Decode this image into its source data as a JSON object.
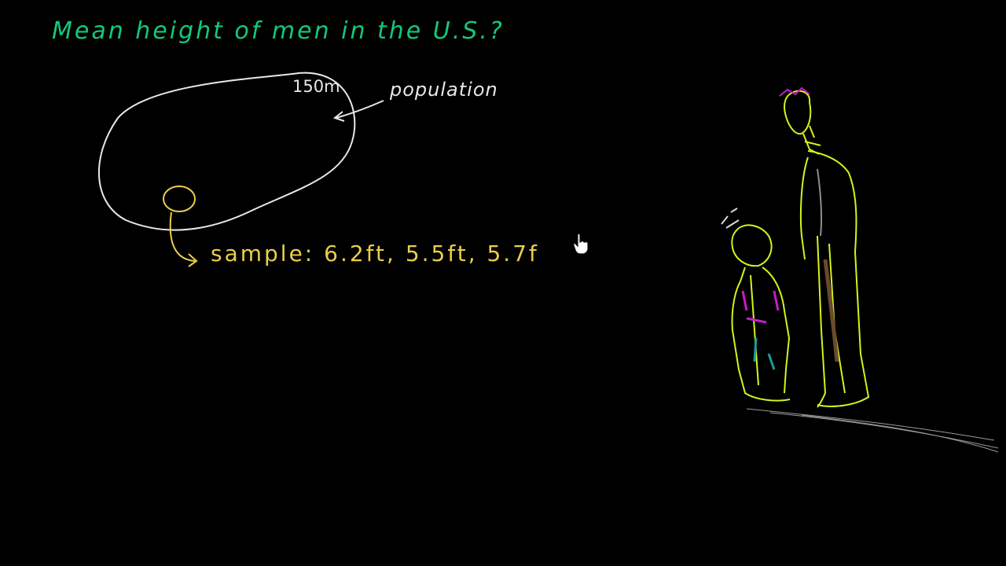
{
  "board": {
    "title": "Mean height of men in the U.S.?",
    "population": {
      "size_label": "150m",
      "label": "population"
    },
    "sample": {
      "label": "sample:",
      "values_text": "6.2ft, 5.5ft, 5.7f"
    }
  },
  "colors": {
    "background": "#000000",
    "title": "#14c87a",
    "population": "#e8e8e8",
    "sample": "#e9cf4a",
    "figure_outline": "#d7f21c",
    "accent_magenta": "#c21ec8",
    "accent_teal": "#1a9c9c",
    "accent_brown": "#6b4a2c"
  },
  "icons": {
    "cursor": "hand-pointer-icon"
  }
}
